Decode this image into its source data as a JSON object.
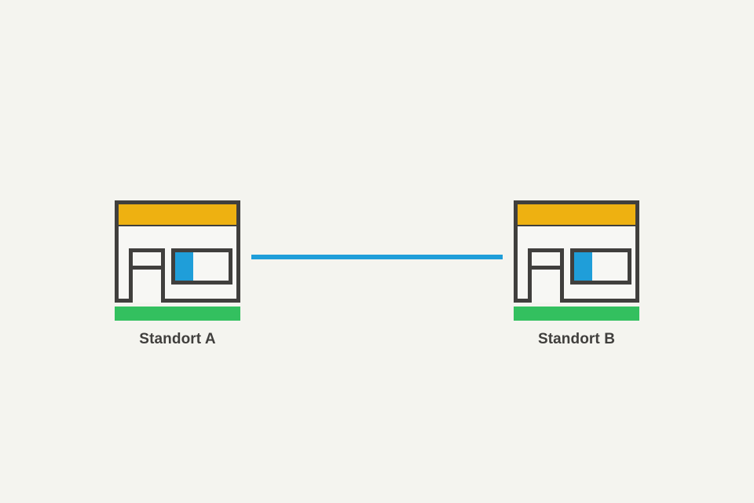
{
  "diagram": {
    "type": "connection-diagram",
    "background_color": "#f4f4ef",
    "nodes": [
      {
        "id": "location-a",
        "label": "Standort A",
        "icon": "storefront-icon",
        "awning_color": "#eeb111",
        "outline_color": "#403f3d",
        "wall_color": "#f7f7f4",
        "window_pane_color": "#1f9ed9",
        "base_color": "#33c05f"
      },
      {
        "id": "location-b",
        "label": "Standort B",
        "icon": "storefront-icon",
        "awning_color": "#eeb111",
        "outline_color": "#403f3d",
        "wall_color": "#f7f7f4",
        "window_pane_color": "#1f9ed9",
        "base_color": "#33c05f"
      }
    ],
    "connector": {
      "from": "location-a",
      "to": "location-b",
      "style": "solid-line",
      "color": "#1f9ed9"
    },
    "label_color": "#403f3d"
  }
}
